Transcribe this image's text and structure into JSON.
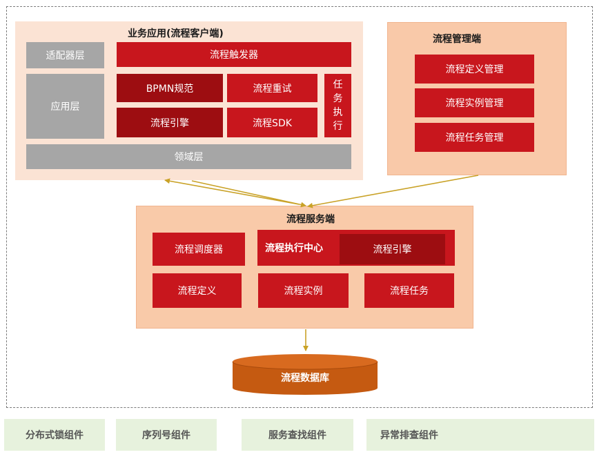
{
  "client": {
    "title": "业务应用(流程客户端)",
    "adapter_layer": "适配器层",
    "trigger": "流程触发器",
    "app_layer": "应用层",
    "bpmn": "BPMN规范",
    "retry": "流程重试",
    "task_exec_chars": [
      "任",
      "务",
      "执",
      "行"
    ],
    "engine": "流程引擎",
    "sdk": "流程SDK",
    "domain_layer": "领域层"
  },
  "management": {
    "title": "流程管理端",
    "items": [
      "流程定义管理",
      "流程实例管理",
      "流程任务管理"
    ]
  },
  "service": {
    "title": "流程服务端",
    "scheduler": "流程调度器",
    "exec_center": "流程执行中心",
    "engine": "流程引擎",
    "definition": "流程定义",
    "instance": "流程实例",
    "task": "流程任务"
  },
  "database": {
    "label": "流程数据库"
  },
  "components": [
    "分布式锁组件",
    "序列号组件",
    "服务查找组件",
    "异常排查组件"
  ],
  "colors": {
    "red": "#c8161d",
    "dark_red": "#9d0d11",
    "gray": "#a6a6a6",
    "arrow": "#c9a227",
    "database": "#c55a11"
  }
}
